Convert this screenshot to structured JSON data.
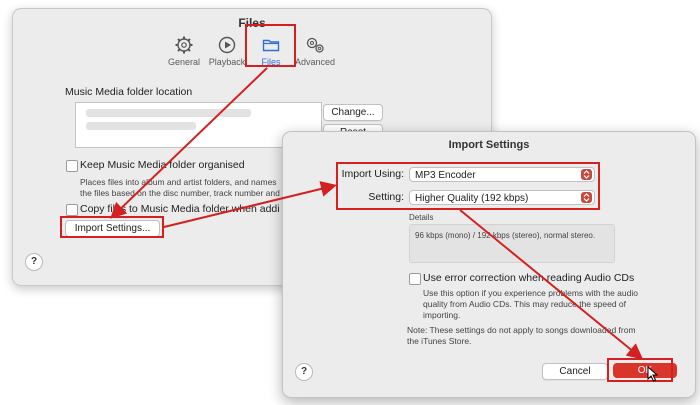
{
  "files_window": {
    "title": "Files",
    "toolbar": [
      {
        "label": "General",
        "icon": "gear-icon"
      },
      {
        "label": "Playback",
        "icon": "play-icon"
      },
      {
        "label": "Files",
        "icon": "folder-icon",
        "active": true
      },
      {
        "label": "Advanced",
        "icon": "gears-icon"
      }
    ],
    "folder_location_label": "Music Media folder location",
    "change_button": "Change...",
    "reset_button": "Reset",
    "keep_organised_label": "Keep Music Media folder organised",
    "keep_organised_desc": "Places files into album and artist folders, and names the files based on the disc number, track number and song title.",
    "copy_files_label": "Copy files to Music Media folder when adding to library",
    "import_settings_button": "Import Settings...",
    "help": "?"
  },
  "import_dialog": {
    "title": "Import Settings",
    "import_using_label": "Import Using:",
    "import_using_value": "MP3 Encoder",
    "setting_label": "Setting:",
    "setting_value": "Higher Quality (192 kbps)",
    "details_label": "Details",
    "details_text": "96 kbps (mono) / 192 kbps (stereo), normal stereo.",
    "error_correction_label": "Use error correction when reading Audio CDs",
    "error_correction_desc": "Use this option if you experience problems with the audio quality from Audio CDs. This may reduce the speed of importing.",
    "note": "Note: These settings do not apply to songs downloaded from the iTunes Store.",
    "cancel_button": "Cancel",
    "ok_button": "OK",
    "help": "?"
  },
  "colors": {
    "annotation": "#d42020",
    "accent": "#2f6fd8",
    "ok_button": "#d8352b"
  }
}
